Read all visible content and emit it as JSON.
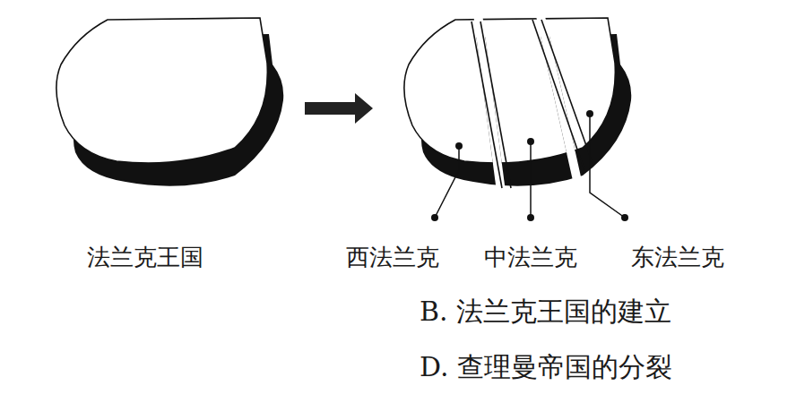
{
  "diagram": {
    "labels": [
      "法兰克王国",
      "西法兰克",
      "中法兰克",
      "东法兰克",
      "B. 法兰克王国的建立",
      "D. 查理曼帝国的分裂"
    ]
  }
}
